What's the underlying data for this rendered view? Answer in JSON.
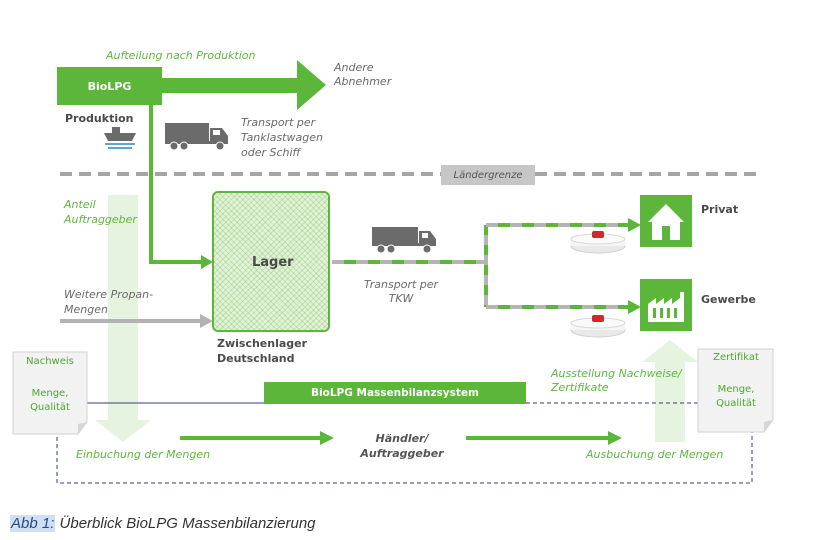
{
  "labels": {
    "aufteilung": "Aufteilung nach Produktion",
    "biolpg": "BioLPG",
    "andere_abnehmer": [
      "Andere",
      "Abnehmer"
    ],
    "produktion": "Produktion",
    "transport_tankl": [
      "Transport per",
      "Tanklastwagen",
      "oder Schiff"
    ],
    "laendergrenze": "Ländergrenze",
    "anteil_auftraggeber": [
      "Anteil",
      "Auftraggeber"
    ],
    "lager": "Lager",
    "weitere_propan": [
      "Weitere Propan-",
      "Mengen"
    ],
    "zwischenlager": [
      "Zwischenlager",
      "Deutschland"
    ],
    "transport_tkw": [
      "Transport per",
      "TKW"
    ],
    "privat": "Privat",
    "gewerbe": "Gewerbe",
    "nachweis": "Nachweis",
    "menge_qualitaet_left": [
      "Menge,",
      "Qualität"
    ],
    "massenbilanzsystem": "BioLPG Massenbilanzsystem",
    "ausstellung": [
      "Ausstellung Nachweise/",
      "Zertifikate"
    ],
    "zertifikat": "Zertifikat",
    "menge_qualitaet_right": [
      "Menge,",
      "Qualität"
    ],
    "einbuchung": "Einbuchung der Mengen",
    "haendler": [
      "Händler/",
      "Auftraggeber"
    ],
    "ausbuchung": "Ausbuchung der Mengen"
  },
  "caption": {
    "label": "Abb 1:",
    "text": " Überblick BioLPG Massenbilanzierung"
  },
  "icons": [
    "ship-icon",
    "truck-icon",
    "house-icon",
    "factory-icon",
    "tank-icon"
  ],
  "colors": {
    "green": "#5cb63a",
    "light_green": "#e3f1d9",
    "gray": "#a8a8a8",
    "dark_gray": "#6b6b6b",
    "navy_dashed": "#2d3f7a"
  }
}
